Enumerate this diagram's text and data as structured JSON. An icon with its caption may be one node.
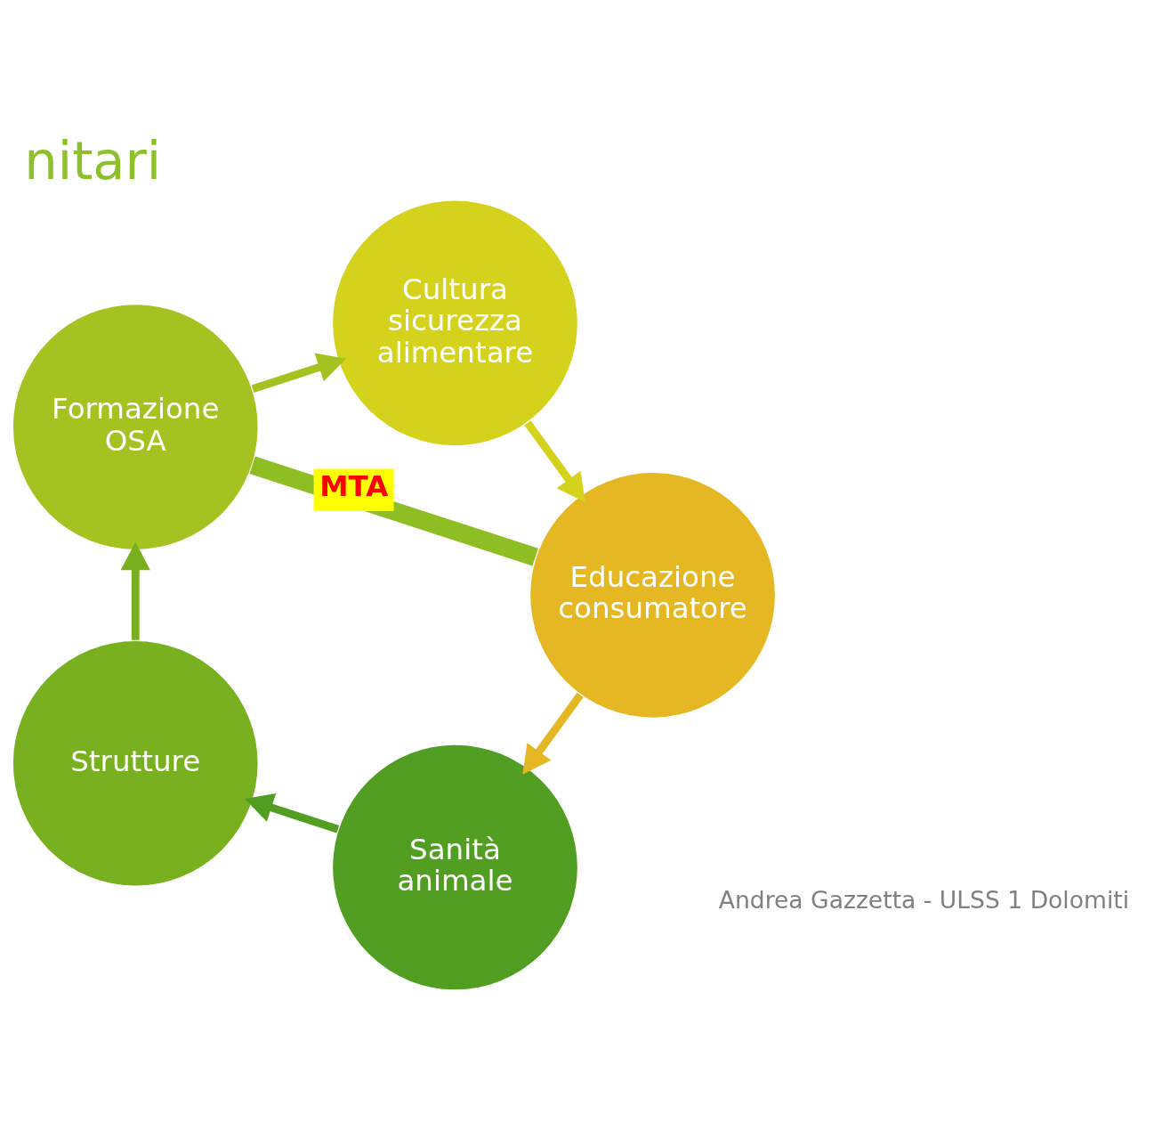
{
  "diagram": {
    "title": "nitari",
    "nodes": [
      {
        "text": [
          "Sanità animale"
        ]
      },
      {
        "text": [
          "Educazione consumatore"
        ]
      },
      {
        "text": [
          "Strutture"
        ]
      },
      {
        "text": [
          "Formazione OSA"
        ]
      },
      {
        "text": [
          "Cultura sicurezza alimentare"
        ]
      }
    ],
    "edges": [
      {
        "from": 0,
        "to": 2,
        "arrow": "to",
        "color": "#529e22"
      },
      {
        "from": 2,
        "to": 3,
        "arrow": "to",
        "color": "#78b020"
      },
      {
        "from": 3,
        "to": 4,
        "arrow": "to",
        "color": "#a4c220"
      },
      {
        "from": 4,
        "to": 1,
        "arrow": "to",
        "color": "#d5d21e"
      },
      {
        "from": 1,
        "to": 0,
        "arrow": "to",
        "color": "#e5b722"
      },
      {
        "from": 1,
        "to": 3,
        "arrow": "none",
        "label": "MTA",
        "style": "thick",
        "color": "#8fbe24"
      }
    ],
    "labels": [
      "Andrea Gazzetta - ULSS 1 Dolomiti"
    ]
  }
}
